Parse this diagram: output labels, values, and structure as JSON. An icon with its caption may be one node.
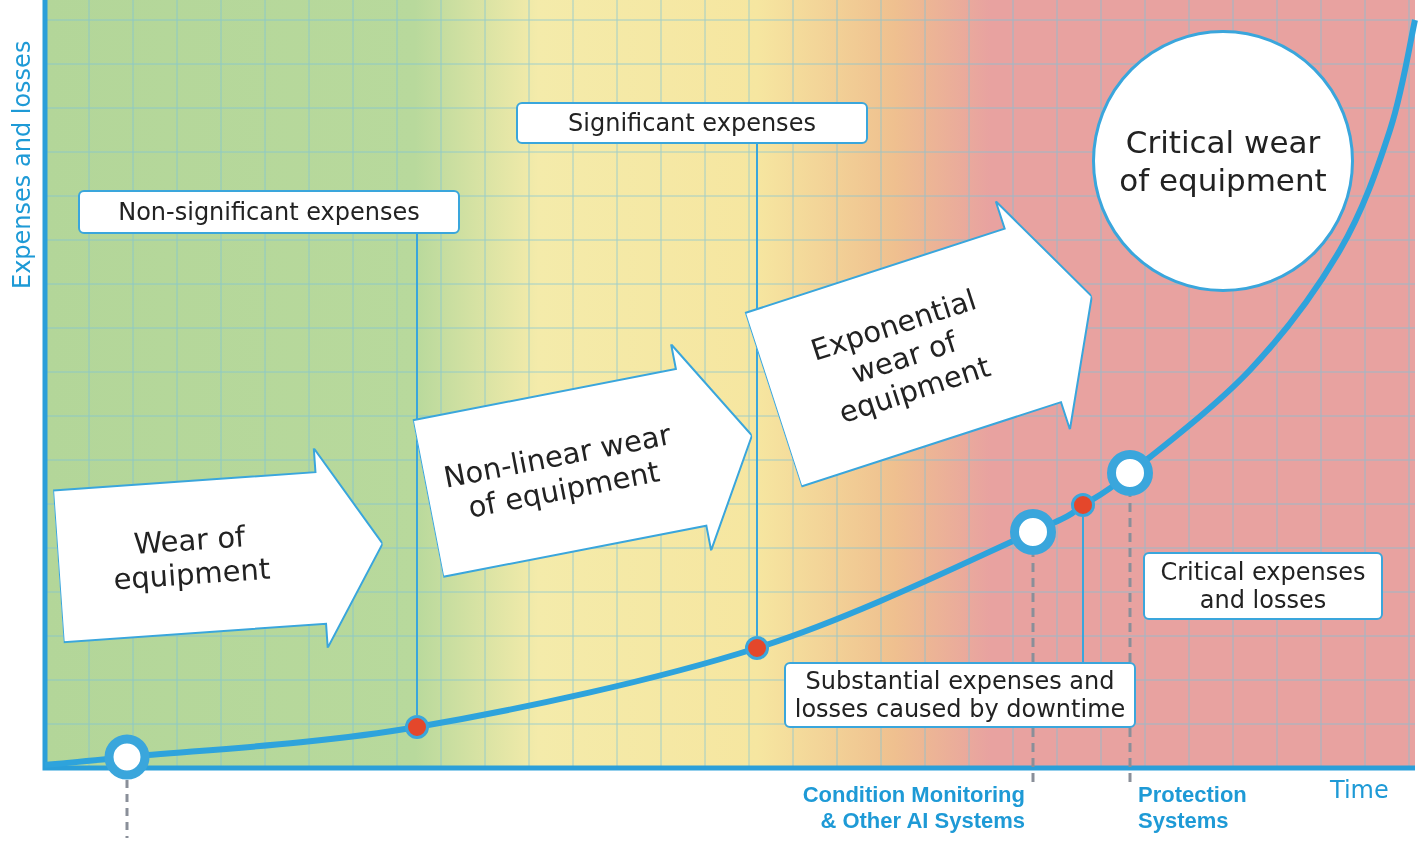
{
  "diagram": {
    "nodes": [
      {
        "text": [
          "Non-significant expenses"
        ]
      },
      {
        "text": [
          "Significant expenses"
        ]
      },
      {
        "text": [
          "Critical wear of equipment"
        ]
      },
      {
        "text": [
          "Wear of equipment"
        ]
      },
      {
        "text": [
          "Non-linear wear of equipment"
        ]
      },
      {
        "text": [
          "Exponential wear of equipment"
        ]
      },
      {
        "text": [
          "Critical expenses and losses"
        ]
      },
      {
        "text": [
          "Substantial expenses and losses caused by downtime"
        ]
      },
      {
        "text": [
          "Condition Monitoring & Other AI Systems"
        ]
      },
      {
        "text": [
          "Protection Systems"
        ]
      },
      {
        "text": [],
        "shape": "circle"
      },
      {
        "text": [],
        "shape": "circle"
      },
      {
        "text": [],
        "shape": "circle"
      },
      {
        "text": [],
        "shape": "circle"
      },
      {
        "text": [],
        "shape": "circle"
      }
    ],
    "edges": [
      {
        "from": 0,
        "to": 10,
        "arrow": "none"
      },
      {
        "from": 1,
        "to": 11,
        "arrow": "none"
      },
      {
        "from": 7,
        "to": 13,
        "arrow": "none"
      },
      {
        "from": 8,
        "to": 12,
        "arrow": "none",
        "style": "dashed",
        "color": "#8a8f99"
      },
      {
        "from": 9,
        "to": 14,
        "arrow": "none",
        "style": "dashed",
        "color": "#8a8f99"
      }
    ],
    "labels": [
      "Expenses and losses",
      "Time"
    ]
  }
}
